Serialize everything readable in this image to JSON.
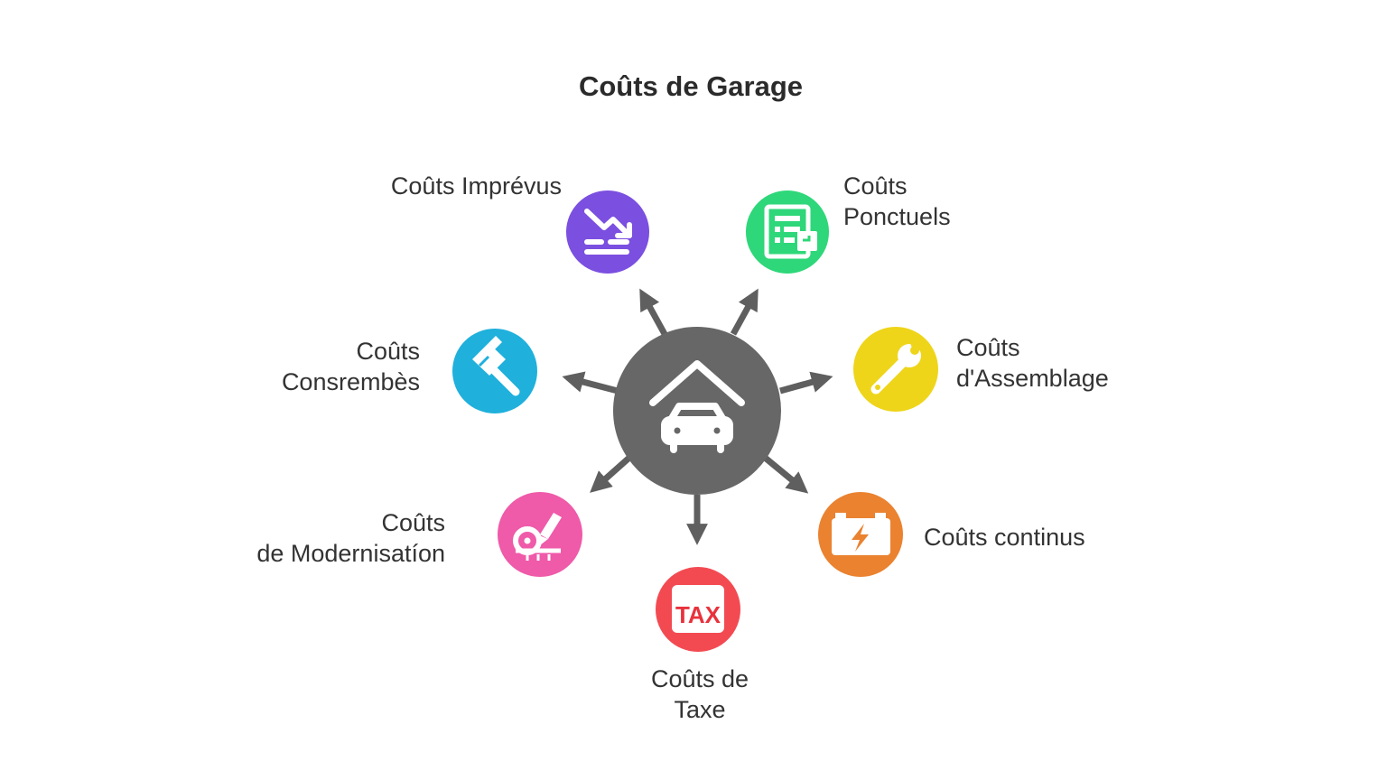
{
  "title": "Coûts de Garage",
  "colors": {
    "hub": "#676767",
    "arrow": "#5f5f5f",
    "imprevus": "#7b4fe0",
    "ponctuels": "#2ed779",
    "assemblage": "#eed51a",
    "continus": "#ea8230",
    "taxe": "#f34a52",
    "modernisation": "#ef5aa9",
    "consrembes": "#1fb0dc"
  },
  "hub": {
    "icon": "garage-car-icon"
  },
  "nodes": {
    "imprevus": {
      "icon": "trend-down-icon",
      "label": [
        "Coûts Imprévus"
      ]
    },
    "ponctuels": {
      "icon": "document-icon",
      "label": [
        "Coûts",
        "Ponctuels"
      ]
    },
    "assemblage": {
      "icon": "wrench-icon",
      "label": [
        "Coûts",
        "d'Assemblage"
      ]
    },
    "continus": {
      "icon": "battery-bolt-icon",
      "label": [
        "Coûts continus"
      ]
    },
    "taxe": {
      "icon": "tax-icon",
      "icon_text": "TAX",
      "label": [
        "Coûts de",
        "Taxe"
      ]
    },
    "modernisation": {
      "icon": "tape-measure-icon",
      "label": [
        "Coûts",
        "de Modernisatíon"
      ]
    },
    "consrembes": {
      "icon": "hammer-icon",
      "label": [
        "Coûts",
        "Consrembès"
      ]
    }
  }
}
